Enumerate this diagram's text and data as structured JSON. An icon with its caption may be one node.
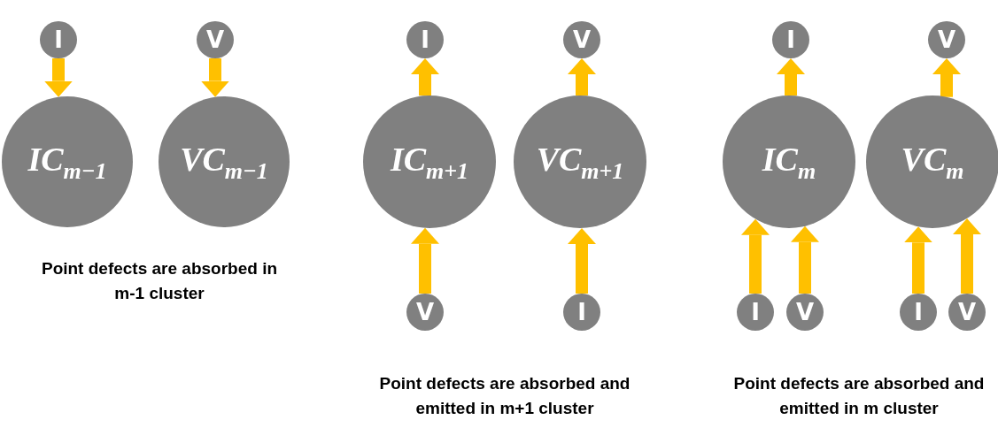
{
  "diagram": {
    "nodes": [
      {
        "text": [
          "I"
        ]
      },
      {
        "text": [
          "V"
        ]
      },
      {
        "text": [
          "IC$_{m−1}$"
        ]
      },
      {
        "text": [
          "VC$_{m−1}$"
        ]
      },
      {
        "text": [
          "I"
        ]
      },
      {
        "text": [
          "V"
        ]
      },
      {
        "text": [
          "IC$_{m+1}$"
        ]
      },
      {
        "text": [
          "VC$_{m+1}$"
        ]
      },
      {
        "text": [
          "V"
        ]
      },
      {
        "text": [
          "I"
        ]
      },
      {
        "text": [
          "I"
        ]
      },
      {
        "text": [
          "V"
        ]
      },
      {
        "text": [
          "IC$_{m}$"
        ]
      },
      {
        "text": [
          "VC$_{m}$"
        ]
      },
      {
        "text": [
          "I"
        ]
      },
      {
        "text": [
          "V"
        ]
      },
      {
        "text": [
          "I"
        ]
      },
      {
        "text": [
          "V"
        ]
      }
    ],
    "edges": [
      {
        "from": 0,
        "to": 2,
        "arrow": "to"
      },
      {
        "from": 1,
        "to": 3,
        "arrow": "to"
      },
      {
        "from": 6,
        "to": 4,
        "arrow": "to"
      },
      {
        "from": 7,
        "to": 5,
        "arrow": "to"
      },
      {
        "from": 8,
        "to": 6,
        "arrow": "to"
      },
      {
        "from": 9,
        "to": 7,
        "arrow": "to"
      },
      {
        "from": 12,
        "to": 10,
        "arrow": "to"
      },
      {
        "from": 13,
        "to": 11,
        "arrow": "to"
      },
      {
        "from": 14,
        "to": 12,
        "arrow": "to"
      },
      {
        "from": 15,
        "to": 12,
        "arrow": "to"
      },
      {
        "from": 16,
        "to": 13,
        "arrow": "to"
      },
      {
        "from": 17,
        "to": 13,
        "arrow": "to"
      }
    ],
    "labels": [
      "Point defects are absorbed in m-1 cluster",
      "Point defects are absorbed and emitted in m+1 cluster",
      "Point defects are absorbed and emitted in m cluster"
    ]
  }
}
